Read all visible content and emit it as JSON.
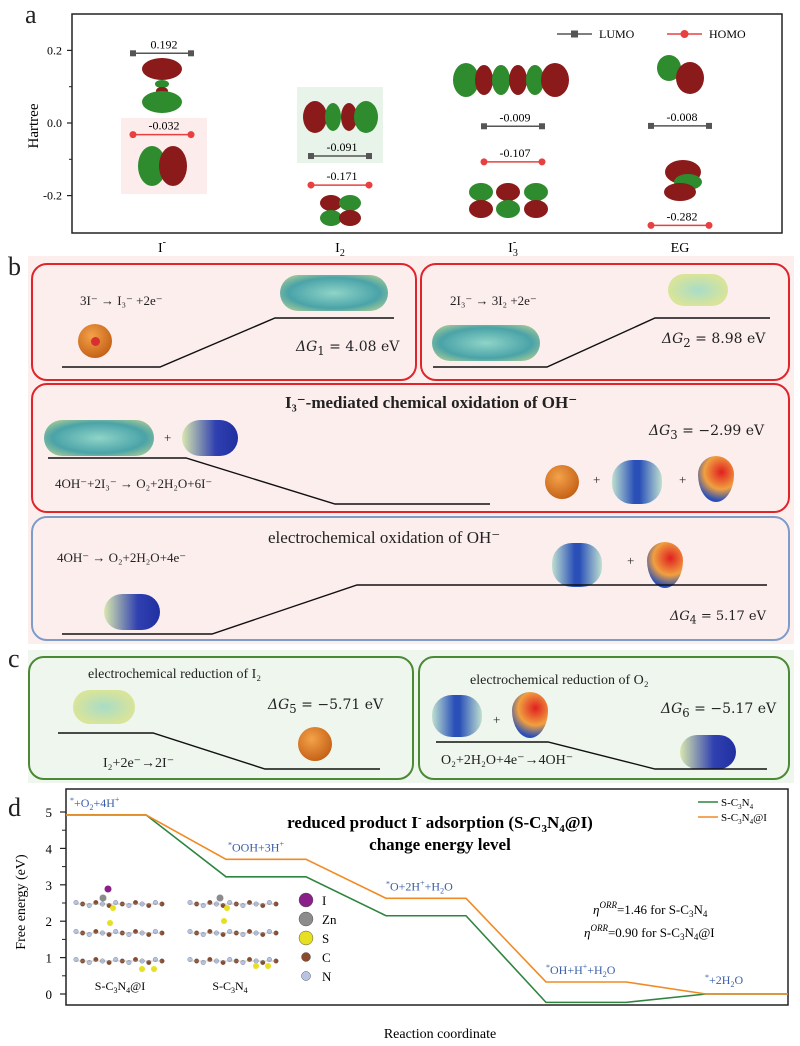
{
  "panels": {
    "a": {
      "letter": "a"
    },
    "b": {
      "letter": "b"
    },
    "c": {
      "letter": "c"
    },
    "d": {
      "letter": "d"
    }
  },
  "chart_data": [
    {
      "type": "scatter",
      "id": "a",
      "title": "",
      "ylabel": "Hartree",
      "xlabel": "",
      "ylim": [
        -0.3,
        0.3
      ],
      "yticks": [
        "0.2",
        "0.0",
        "-0.2"
      ],
      "ytick_values": [
        0.2,
        0.0,
        -0.2
      ],
      "categories": [
        "I⁻",
        "I₂",
        "I₃⁻",
        "EG"
      ],
      "category_labels": [
        {
          "base": "I",
          "sup": "-",
          "sub": ""
        },
        {
          "base": "I",
          "sup": "",
          "sub": "2"
        },
        {
          "base": "I",
          "sup": "-",
          "sub": "3"
        },
        {
          "base": "EG",
          "sup": "",
          "sub": ""
        }
      ],
      "legend": {
        "position": "top-right",
        "entries": [
          {
            "name": "LUMO",
            "color": "#555555",
            "marker": "square"
          },
          {
            "name": "HOMO",
            "color": "#e84040",
            "marker": "circle"
          }
        ]
      },
      "series": [
        {
          "name": "LUMO",
          "values": [
            0.192,
            -0.091,
            -0.009,
            -0.008
          ],
          "labels": [
            "0.192",
            "-0.091",
            "-0.009",
            "-0.008"
          ]
        },
        {
          "name": "HOMO",
          "values": [
            -0.032,
            -0.171,
            -0.107,
            -0.282
          ],
          "labels": [
            "-0.032",
            "-0.171",
            "-0.107",
            "-0.282"
          ]
        }
      ]
    },
    {
      "type": "line",
      "id": "d",
      "title_line1_pre": "reduced product I",
      "title_line1_sup": "-",
      "title_line1_post": " adsorption (S-C",
      "title_sub3": "3",
      "title_mid": "N",
      "title_sub4": "4",
      "title_end": "@I)",
      "title_line2": "change energy level",
      "xlabel": "Reaction coordinate",
      "ylabel": "Free energy (eV)",
      "ylim": [
        -0.5,
        5.3
      ],
      "yticks": [
        "0",
        "1",
        "2",
        "3",
        "4",
        "5"
      ],
      "ytick_values": [
        0,
        1,
        2,
        3,
        4,
        5
      ],
      "steps": [
        "*+O2+4H+",
        "*OOH+3H+",
        "*O+2H++H2O",
        "*OH+H++H2O",
        "*+2H2O"
      ],
      "step_labels": [
        {
          "text": "+O",
          "sub": "2",
          "tail": "+4H",
          "sup": "+"
        },
        {
          "text": "OOH+3H",
          "sub": "",
          "tail": "",
          "sup": "+"
        },
        {
          "text": "O+2H",
          "sub": "",
          "tail": "",
          "sup": "+",
          "after": "+H",
          "after_sub": "2",
          "after_tail": "O"
        },
        {
          "text": "OH+H",
          "sub": "",
          "tail": "",
          "sup": "+",
          "after": "+H",
          "after_sub": "2",
          "after_tail": "O"
        },
        {
          "text": "+2H",
          "sub": "2",
          "tail": "O",
          "sup": ""
        }
      ],
      "legend": {
        "position": "top-right",
        "entries": [
          {
            "name": "S-C3N4",
            "color": "#2e8540"
          },
          {
            "name": "S-C3N4@I",
            "color": "#f08a24"
          }
        ]
      },
      "series": [
        {
          "name": "S-C3N4",
          "color": "#2e8540",
          "values": [
            4.92,
            3.22,
            2.15,
            -0.23,
            0.0
          ]
        },
        {
          "name": "S-C3N4@I",
          "color": "#f08a24",
          "values": [
            4.92,
            3.7,
            2.63,
            0.33,
            0.0
          ]
        }
      ],
      "annotations": [
        {
          "eta": "1.46",
          "label": "for S-C",
          "sub1": "3",
          "mid": "N",
          "sub2": "4",
          "end": ""
        },
        {
          "eta": "0.90",
          "label": "for S-C",
          "sub1": "3",
          "mid": "N",
          "sub2": "4",
          "end": "@I"
        }
      ],
      "atom_legend": [
        {
          "name": "I",
          "color": "#8a1f8a"
        },
        {
          "name": "Zn",
          "color": "#8c8c8c"
        },
        {
          "name": "S",
          "color": "#e6e020"
        },
        {
          "name": "C",
          "color": "#8b4a2b"
        },
        {
          "name": "N",
          "color": "#b8c4e6"
        }
      ],
      "structure_labels": [
        "S-C3N4@I",
        "S-C3N4"
      ]
    }
  ],
  "reactions": {
    "b1": {
      "eq": "3I⁻ → I₃⁻ +2e⁻",
      "dg_sub": "1",
      "dg_val": "= 4.08 eV"
    },
    "b2": {
      "eq": "2I₃⁻ → 3I₂ +2e⁻",
      "dg_sub": "2",
      "dg_val": "= 8.98 eV"
    },
    "b3": {
      "title": "I₃⁻-mediated chemical oxidation of OH⁻",
      "eq": "4OH⁻+2I₃⁻ → O₂+2H₂O+6I⁻",
      "dg_sub": "3",
      "dg_val": "= −2.99 eV",
      "plus": "+"
    },
    "b4": {
      "title": "electrochemical oxidation of OH⁻",
      "eq": "4OH⁻ → O₂+2H₂O+4e⁻",
      "dg_sub": "4",
      "dg_val": "= 5.17 eV",
      "plus": "+"
    },
    "c1": {
      "title": "electrochemical reduction of I₂",
      "eq": "I₂+2e⁻→2I⁻",
      "dg_sub": "5",
      "dg_val": "= −5.71 eV"
    },
    "c2": {
      "title": "electrochemical reduction of O₂",
      "eq": "O₂+2H₂O+4e⁻→4OH⁻",
      "dg_sub": "6",
      "dg_val": "= −5.17 eV",
      "plus": "+"
    }
  },
  "dg_prefix": "ΔG",
  "colors": {
    "red_box": "#e0242a",
    "blue_box": "#7d9cc8",
    "green_box": "#4a8a34",
    "pink_bg": "#fdeeee",
    "green_bg": "#eef6ee",
    "step_label": "#3a5fa8"
  }
}
